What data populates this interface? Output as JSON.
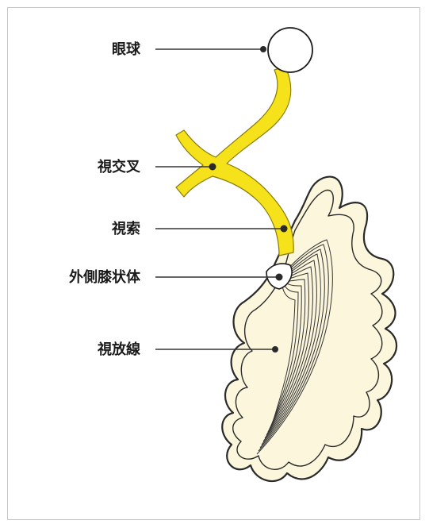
{
  "labels": {
    "eyeball": "眼球",
    "optic_chiasm": "視交叉",
    "optic_tract": "視索",
    "lgn": "外側膝状体",
    "optic_radiation": "視放線"
  },
  "colors": {
    "optic_pathway": "#f5e21b",
    "pathway_outline": "#8a7c00",
    "cortex_fill": "#fbf6dc",
    "cortex_outline": "#2a2a2a",
    "leader_line": "#333333",
    "border": "#c8c8c8"
  }
}
